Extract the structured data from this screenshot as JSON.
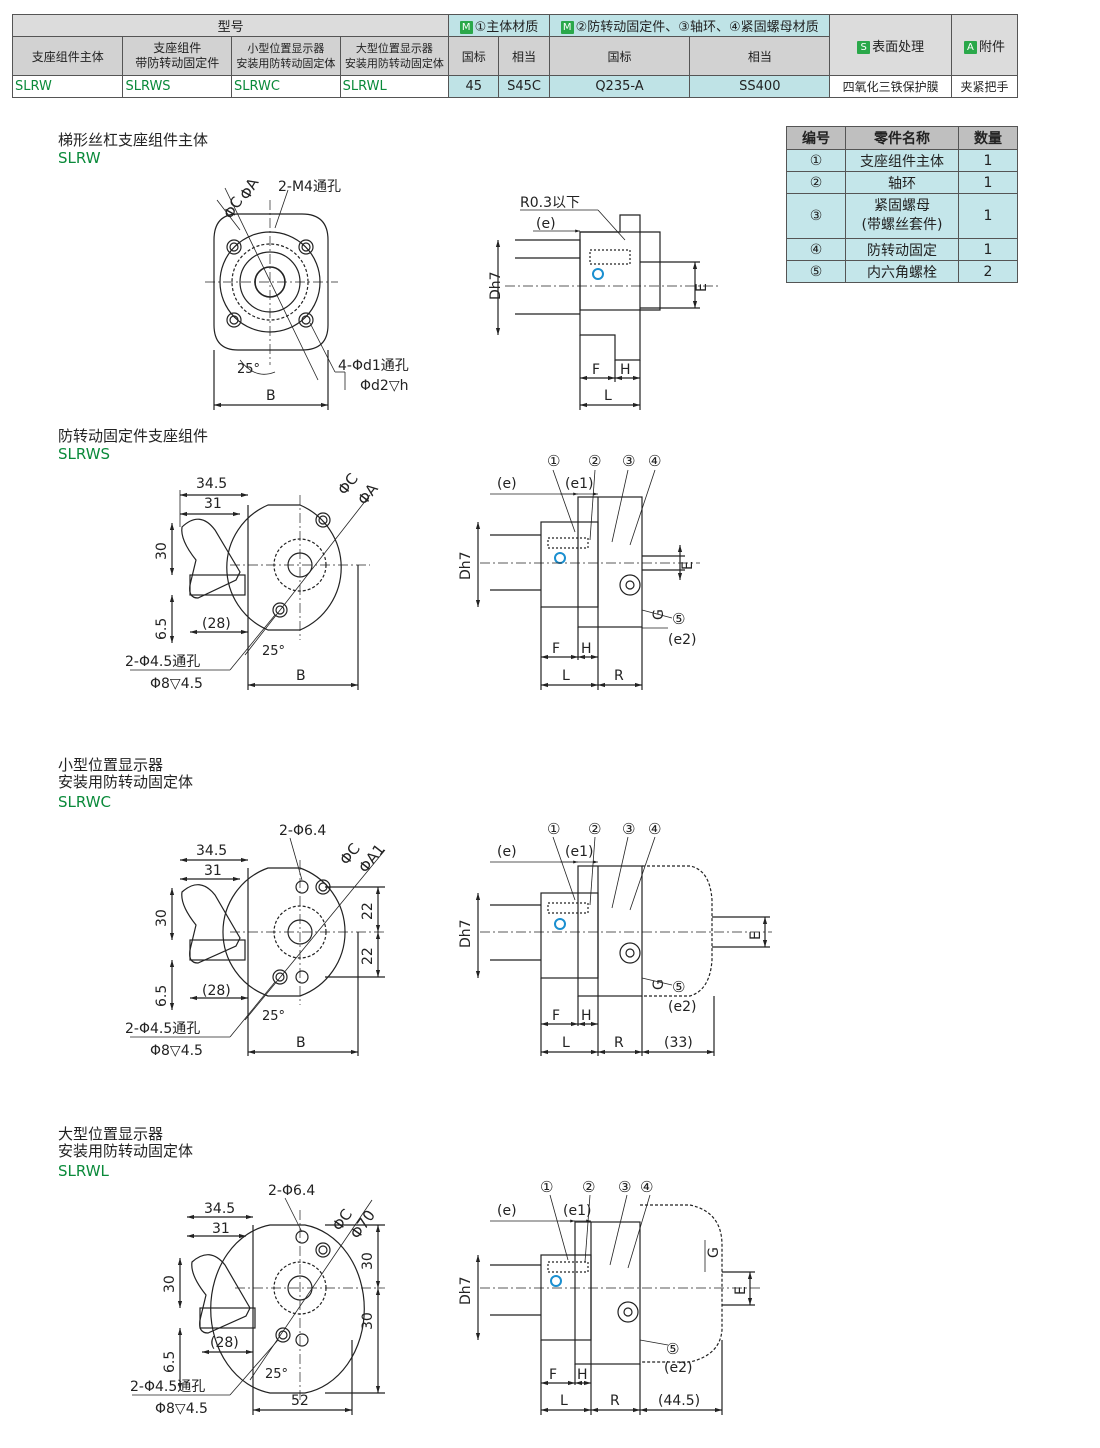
{
  "spec_table": {
    "group_type": "型号",
    "group_body_material": "①主体材质",
    "group_other_material": "②防转动固定件、③轴环、④紧固螺母材质",
    "surface": "表面处理",
    "accessory": "附件",
    "badge_m": "M",
    "badge_s": "S",
    "badge_a": "A",
    "col_headers": [
      "支座组件主体",
      "支座组件\n带防转动固定件",
      "小型位置显示器\n安装用防转动固定体",
      "大型位置显示器\n安装用防转动固定体",
      "国标",
      "相当",
      "国标",
      "相当"
    ],
    "codes": [
      "SLRW",
      "SLRWS",
      "SLRWC",
      "SLRWL"
    ],
    "values": [
      "45",
      "S45C",
      "Q235-A",
      "SS400",
      "四氧化三铁保护膜",
      "夹紧把手"
    ]
  },
  "parts_table": {
    "headers": [
      "编号",
      "零件名称",
      "数量"
    ],
    "rows": [
      {
        "no": "①",
        "name": "支座组件主体",
        "qty": "1"
      },
      {
        "no": "②",
        "name": "轴环",
        "qty": "1"
      },
      {
        "no": "③",
        "name": "紧固螺母\n(带螺丝套件)",
        "qty": "1"
      },
      {
        "no": "④",
        "name": "防转动固定",
        "qty": "1"
      },
      {
        "no": "⑤",
        "name": "内六角螺栓",
        "qty": "2"
      }
    ]
  },
  "sections": [
    {
      "title": "梯形丝杠支座组件主体",
      "code": "SLRW"
    },
    {
      "title": "防转动固定件支座组件",
      "code": "SLRWS"
    },
    {
      "title": "小型位置显示器\n安装用防转动固定体",
      "code": "SLRWC"
    },
    {
      "title": "大型位置显示器\n安装用防转动固定体",
      "code": "SLRWL"
    }
  ],
  "labels": {
    "phiA": "ΦA",
    "phiC": "ΦC",
    "phiA1": "ΦA1",
    "phi70": "Φ70",
    "m4": "2-M4通孔",
    "d1": "4-Φd1通孔",
    "d2": "Φd2▽h",
    "ang25": "25°",
    "B": "B",
    "r03": "R0.3以下",
    "e": "(e)",
    "e1": "(e1)",
    "e2": "(e2)",
    "Dh7": "Dh7",
    "E": "E",
    "F": "F",
    "H": "H",
    "L": "L",
    "R": "R",
    "G": "G",
    "d345": "34.5",
    "d31": "31",
    "d30": "30",
    "d65": "6.5",
    "d28": "(28)",
    "hole45": "2-Φ4.5通孔",
    "cb8": "Φ8▽4.5",
    "hole64": "2-Φ6.4",
    "d22": "22",
    "d33": "(33)",
    "d445": "(44.5)",
    "d52": "52",
    "n1": "①",
    "n2": "②",
    "n3": "③",
    "n4": "④",
    "n5": "⑤"
  },
  "colors": {
    "accent_green": "#0a8a3a",
    "badge_green": "#2aa84a",
    "material_cyan": "#bfe3e6",
    "parts_cyan": "#c4e6ea",
    "ring_blue": "#1a8fd0"
  }
}
